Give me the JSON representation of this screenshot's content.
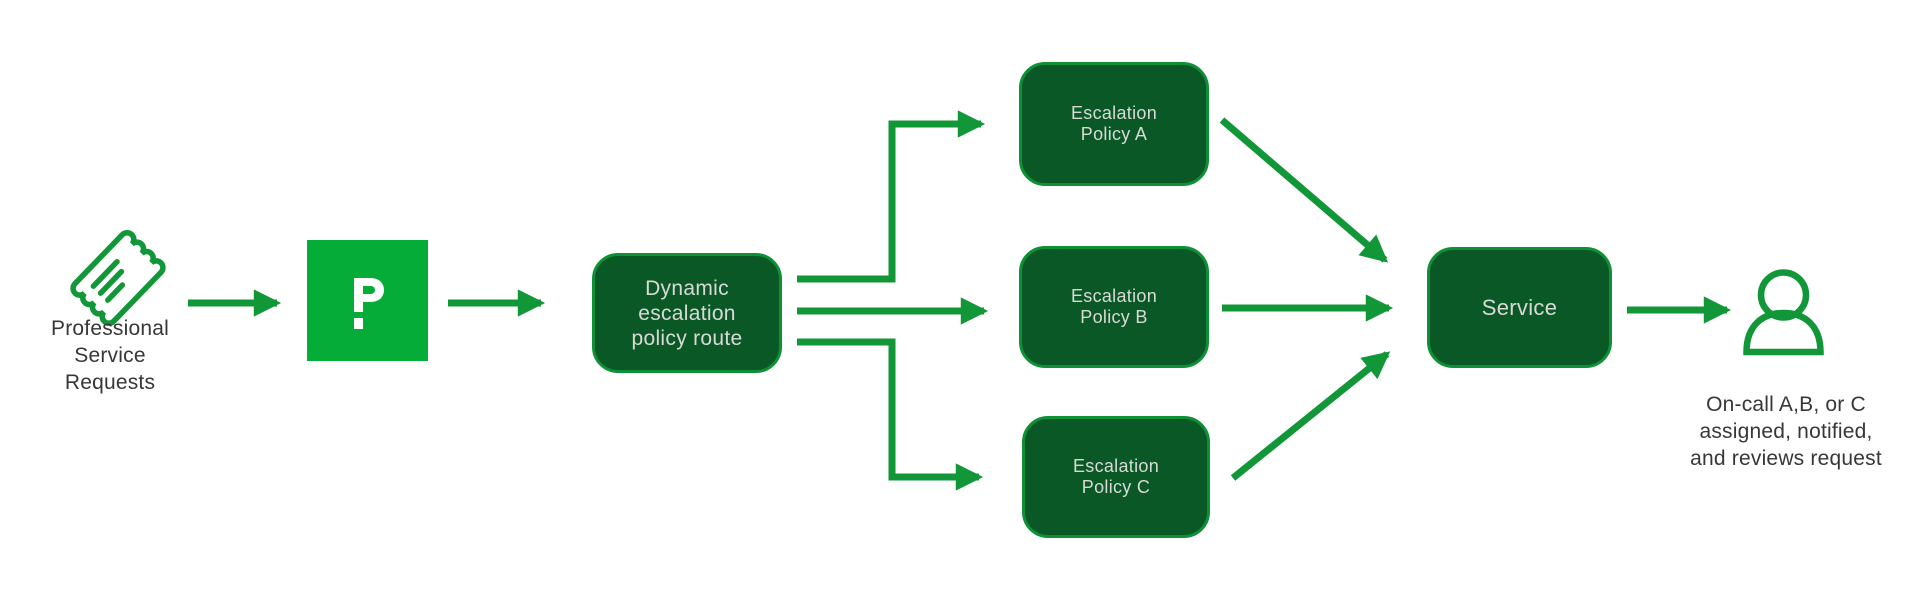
{
  "diagram": {
    "nodes": {
      "source_caption": "Professional\nService\nRequests",
      "dynamic_route": "Dynamic\nescalation\npolicy route",
      "policy_a": "Escalation\nPolicy A",
      "policy_b": "Escalation\nPolicy B",
      "policy_c": "Escalation\nPolicy C",
      "service": "Service",
      "oncall_caption": "On-call A,B, or C\nassigned, notified,\nand reviews request"
    },
    "icons": {
      "ticket": "ticket-icon",
      "pagerduty": "pagerduty-logo",
      "person": "person-icon"
    },
    "edges": [
      {
        "from": "Professional Service Requests",
        "to": "PagerDuty"
      },
      {
        "from": "PagerDuty",
        "to": "Dynamic escalation policy route"
      },
      {
        "from": "Dynamic escalation policy route",
        "to": "Escalation Policy A"
      },
      {
        "from": "Dynamic escalation policy route",
        "to": "Escalation Policy B"
      },
      {
        "from": "Dynamic escalation policy route",
        "to": "Escalation Policy C"
      },
      {
        "from": "Escalation Policy A",
        "to": "Service"
      },
      {
        "from": "Escalation Policy B",
        "to": "Service"
      },
      {
        "from": "Escalation Policy C",
        "to": "Service"
      },
      {
        "from": "Service",
        "to": "On-call A,B, or C assigned, notified, and reviews request"
      }
    ],
    "colors": {
      "background": "#ffffff",
      "brand_green": "#06ac38",
      "arrow_green": "#119638",
      "node_fill": "#0b5827",
      "node_border": "#0e9036",
      "node_text": "#d8dad5",
      "caption_text": "#373737",
      "logo_glyph": "#ffffff"
    }
  }
}
